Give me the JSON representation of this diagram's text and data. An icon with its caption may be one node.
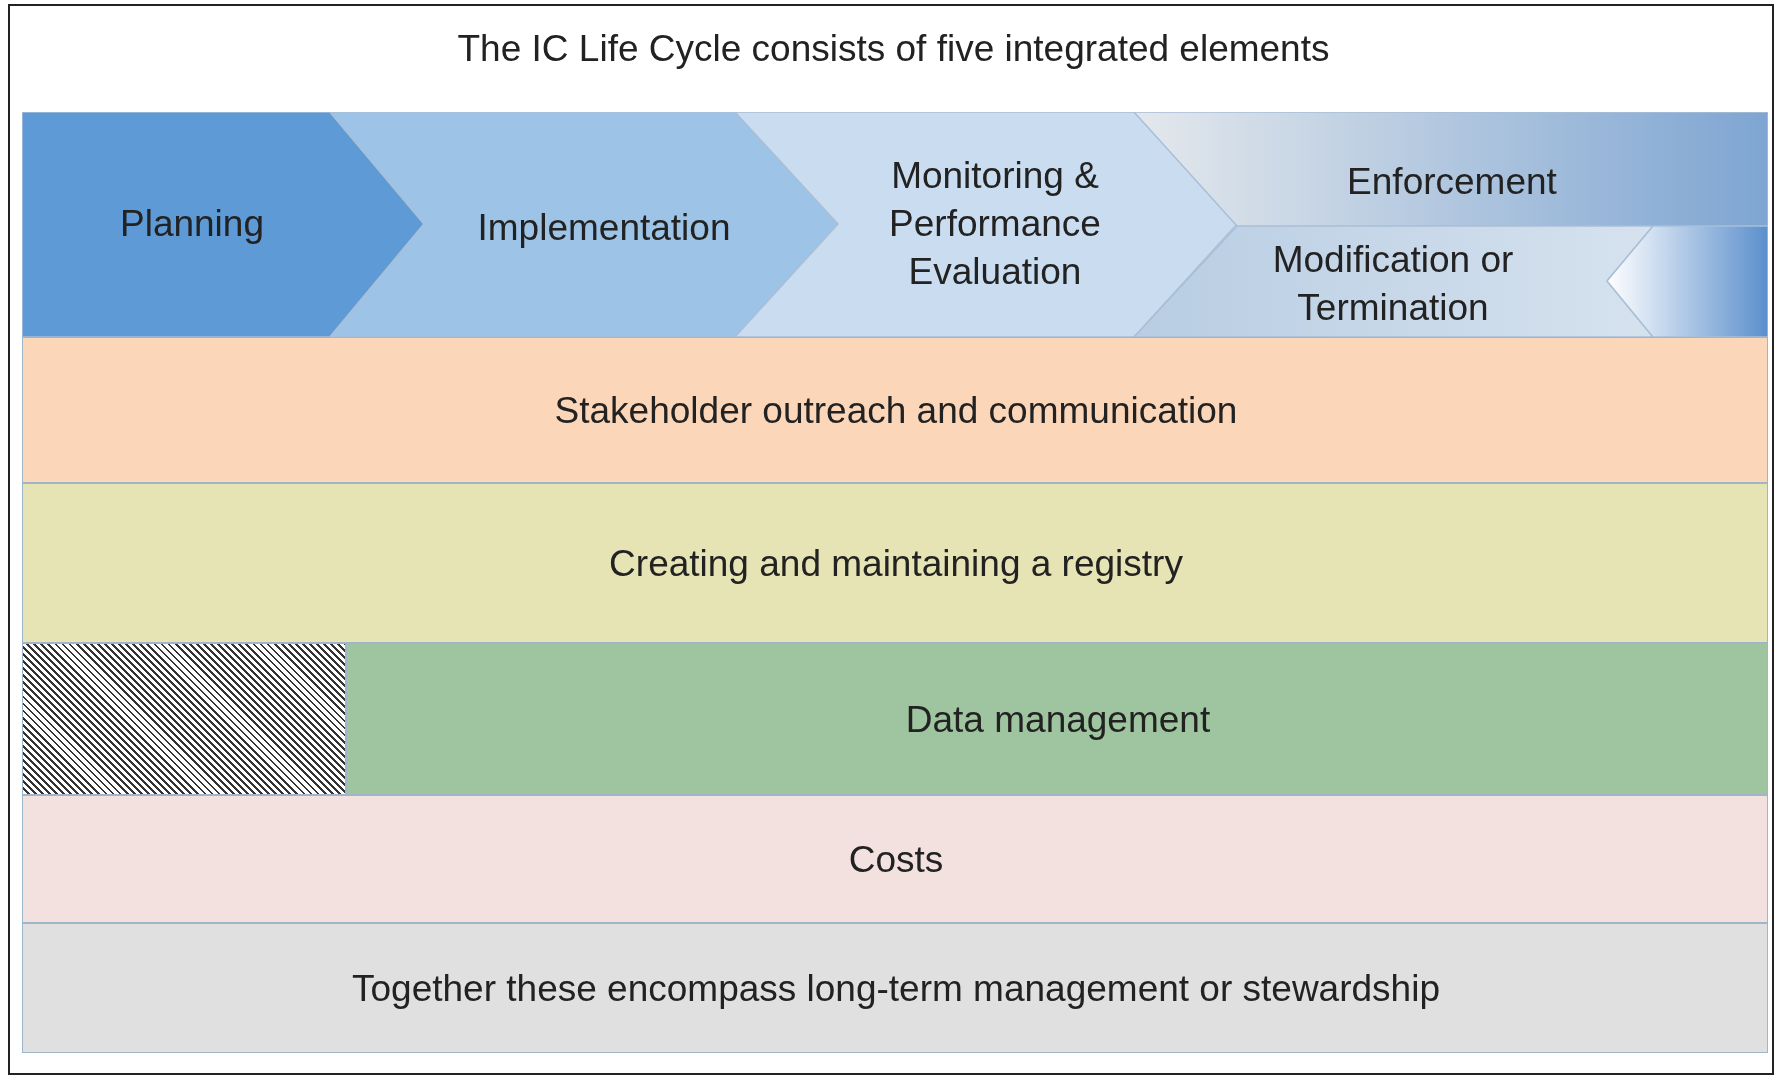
{
  "diagram": {
    "title": "The IC Life Cycle consists of five integrated elements",
    "nodes": [
      {
        "text": [
          "Planning"
        ]
      },
      {
        "text": [
          "Implementation"
        ]
      },
      {
        "text": [
          "Monitoring & Performance Evaluation"
        ]
      },
      {
        "text": [
          "Enforcement"
        ]
      },
      {
        "text": [
          "Modification or Termination"
        ]
      },
      {
        "text": [],
        "shape": "chevron"
      },
      {
        "text": [
          "Stakeholder outreach and communication"
        ]
      },
      {
        "text": [
          "Creating and maintaining a registry"
        ]
      },
      {
        "text": [],
        "shape": "box"
      },
      {
        "text": [
          "Data management"
        ]
      },
      {
        "text": [
          "Costs"
        ]
      },
      {
        "text": [
          "Together these encompass long-term management or stewardship"
        ]
      }
    ]
  }
}
